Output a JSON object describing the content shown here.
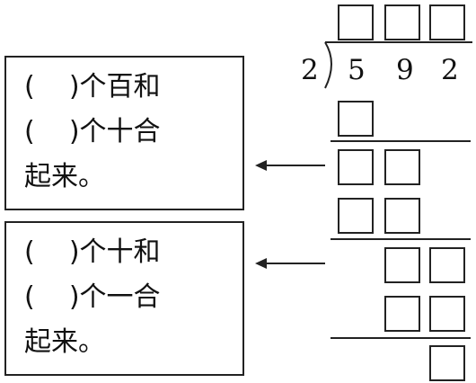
{
  "divisor": "2",
  "dividend_digits": [
    "5",
    "9",
    "2"
  ],
  "panels": [
    {
      "lines": [
        "(    )个百和",
        "(    )个十合",
        "起来。"
      ]
    },
    {
      "lines": [
        "(    )个十和",
        "(    )个一合",
        "起来。"
      ]
    }
  ],
  "colors": {
    "ink": "#222222",
    "background": "#ffffff"
  }
}
